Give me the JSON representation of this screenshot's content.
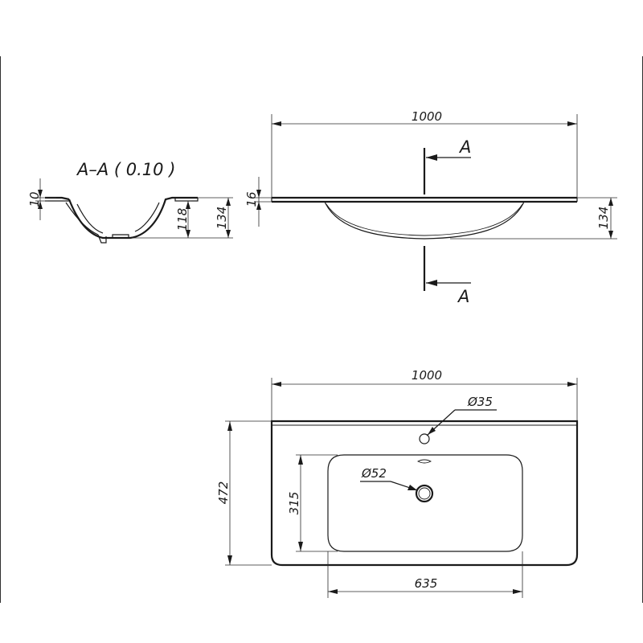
{
  "section_view": {
    "title": "A–A ( 0.10 )",
    "dim_rim": "10",
    "dim_bowl_depth": "118",
    "dim_total_height": "134"
  },
  "front_view": {
    "dim_width": "1000",
    "dim_rim": "16",
    "dim_height": "134",
    "section_mark_top": "A",
    "section_mark_bottom": "A"
  },
  "top_view": {
    "dim_width": "1000",
    "dim_depth": "472",
    "tap_hole": "Ø35",
    "drain_hole": "Ø52",
    "bowl_depth": "315",
    "bowl_width": "635"
  }
}
